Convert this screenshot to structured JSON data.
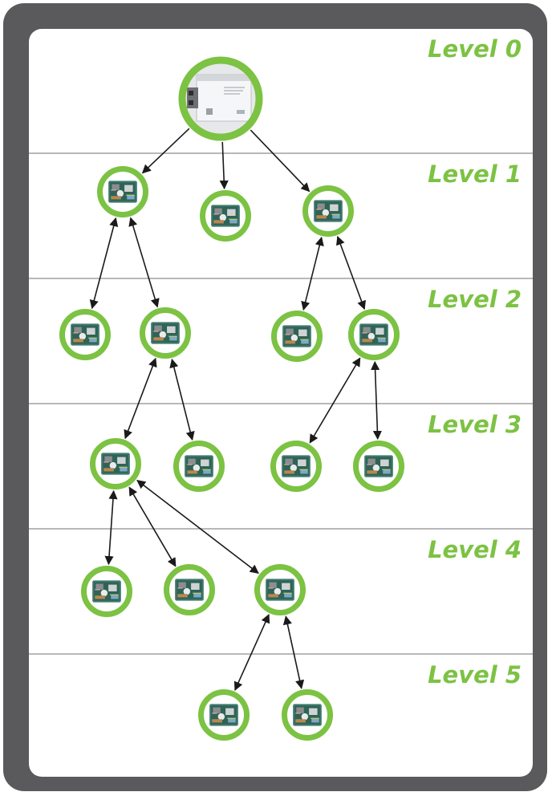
{
  "colors": {
    "frame": "#5a5a5c",
    "ring": "#7cc243",
    "divider": "#b8b8ba",
    "arrow": "#1a1a1a",
    "label": "#7cc243"
  },
  "levels": [
    {
      "label": "Level 0"
    },
    {
      "label": "Level 1"
    },
    {
      "label": "Level 2"
    },
    {
      "label": "Level 3"
    },
    {
      "label": "Level 4"
    },
    {
      "label": "Level 5"
    }
  ],
  "nodes": [
    {
      "id": "root",
      "level": 0,
      "kind": "gateway-device",
      "icon": "gateway-device-icon"
    },
    {
      "id": "n1a",
      "level": 1,
      "kind": "circuit-board",
      "icon": "circuit-board-icon"
    },
    {
      "id": "n1b",
      "level": 1,
      "kind": "circuit-board",
      "icon": "circuit-board-icon"
    },
    {
      "id": "n1c",
      "level": 1,
      "kind": "circuit-board",
      "icon": "circuit-board-icon"
    },
    {
      "id": "n2a",
      "level": 2,
      "kind": "circuit-board",
      "icon": "circuit-board-icon"
    },
    {
      "id": "n2b",
      "level": 2,
      "kind": "circuit-board",
      "icon": "circuit-board-icon"
    },
    {
      "id": "n2c",
      "level": 2,
      "kind": "circuit-board",
      "icon": "circuit-board-icon"
    },
    {
      "id": "n2d",
      "level": 2,
      "kind": "circuit-board",
      "icon": "circuit-board-icon"
    },
    {
      "id": "n3a",
      "level": 3,
      "kind": "circuit-board",
      "icon": "circuit-board-icon"
    },
    {
      "id": "n3b",
      "level": 3,
      "kind": "circuit-board",
      "icon": "circuit-board-icon"
    },
    {
      "id": "n3c",
      "level": 3,
      "kind": "circuit-board",
      "icon": "circuit-board-icon"
    },
    {
      "id": "n3d",
      "level": 3,
      "kind": "circuit-board",
      "icon": "circuit-board-icon"
    },
    {
      "id": "n4a",
      "level": 4,
      "kind": "circuit-board",
      "icon": "circuit-board-icon"
    },
    {
      "id": "n4b",
      "level": 4,
      "kind": "circuit-board",
      "icon": "circuit-board-icon"
    },
    {
      "id": "n4c",
      "level": 4,
      "kind": "circuit-board",
      "icon": "circuit-board-icon"
    },
    {
      "id": "n5a",
      "level": 5,
      "kind": "circuit-board",
      "icon": "circuit-board-icon"
    },
    {
      "id": "n5b",
      "level": 5,
      "kind": "circuit-board",
      "icon": "circuit-board-icon"
    }
  ],
  "edges": [
    {
      "from": "root",
      "to": "n1a",
      "direction": "one-way"
    },
    {
      "from": "root",
      "to": "n1b",
      "direction": "one-way"
    },
    {
      "from": "root",
      "to": "n1c",
      "direction": "one-way"
    },
    {
      "from": "n1a",
      "to": "n2a",
      "direction": "two-way"
    },
    {
      "from": "n1a",
      "to": "n2b",
      "direction": "two-way"
    },
    {
      "from": "n1c",
      "to": "n2c",
      "direction": "two-way"
    },
    {
      "from": "n1c",
      "to": "n2d",
      "direction": "two-way"
    },
    {
      "from": "n2b",
      "to": "n3a",
      "direction": "two-way"
    },
    {
      "from": "n2b",
      "to": "n3b",
      "direction": "two-way"
    },
    {
      "from": "n2d",
      "to": "n3c",
      "direction": "two-way"
    },
    {
      "from": "n2d",
      "to": "n3d",
      "direction": "two-way"
    },
    {
      "from": "n3a",
      "to": "n4a",
      "direction": "two-way"
    },
    {
      "from": "n3a",
      "to": "n4b",
      "direction": "two-way"
    },
    {
      "from": "n3a",
      "to": "n4c",
      "direction": "two-way"
    },
    {
      "from": "n4c",
      "to": "n5a",
      "direction": "two-way"
    },
    {
      "from": "n4c",
      "to": "n5b",
      "direction": "two-way"
    }
  ]
}
